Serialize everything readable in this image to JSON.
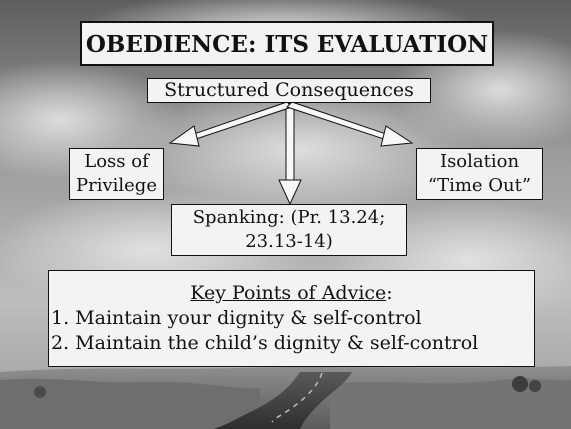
{
  "title": "OBEDIENCE: ITS EVALUATION",
  "structured": "Structured Consequences",
  "loss": [
    "Loss of",
    "Privilege"
  ],
  "spanking": [
    "Spanking:  (Pr. 13.24;",
    "23.13-14)"
  ],
  "isolation": [
    "Isolation",
    "“Time Out”"
  ],
  "advice": {
    "heading": "Key Points of Advice",
    "colon": ":",
    "points": [
      "1.  Maintain your dignity & self-control",
      "2.  Maintain the child’s dignity & self-control"
    ]
  }
}
